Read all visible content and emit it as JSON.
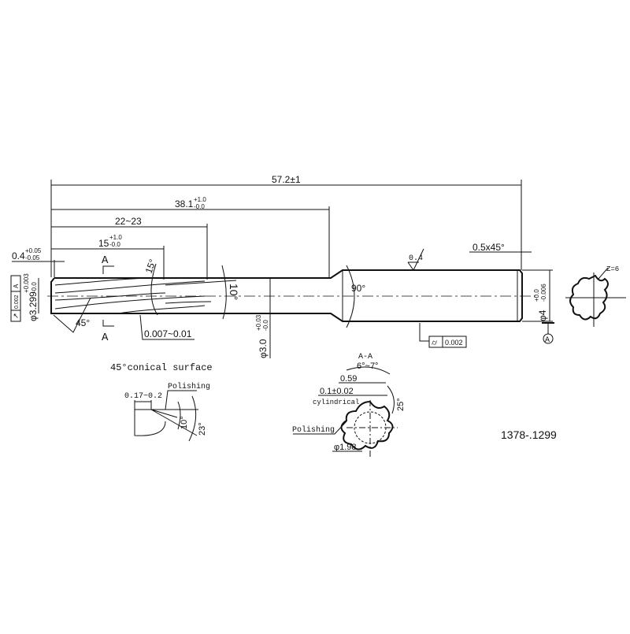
{
  "dimensions": {
    "overall_length": "57.2±1",
    "shank_start": "38.1",
    "shank_start_tol_upper": "+1.0",
    "shank_start_tol_lower": "-0.0",
    "flute_length": "22~23",
    "cutting_length": "15",
    "cutting_length_tol_upper": "+1.0",
    "cutting_length_tol_lower": "-0.0",
    "chamfer_width": "0.4",
    "chamfer_tol_upper": "+0.05",
    "chamfer_tol_lower": "-0.05",
    "cutting_diameter": "φ3.299",
    "cutting_diameter_tol_upper": "+0.003",
    "cutting_diameter_tol_lower": "-0.0",
    "neck_diameter": "φ3.0",
    "neck_diameter_tol_upper": "+0.03",
    "neck_diameter_tol_lower": "-0.0",
    "shank_diameter": "φ4",
    "shank_diameter_tol_upper": "+0.0",
    "shank_diameter_tol_lower": "-0.006",
    "shank_chamfer": "0.5x45°",
    "helix_angle": "15°",
    "taper_angle": "10°",
    "point_angle": "45°",
    "cone_angle": "90°",
    "back_taper": "0.007~0.01",
    "roughness": "0.4",
    "runout_tolerance": "0.002",
    "runout_datum": "A",
    "cylindricity_tolerance": "0.002",
    "datum_label": "A",
    "section_mark": "A",
    "teeth_count": "Z=6"
  },
  "detail_conical": {
    "title": "45°conical surface",
    "width": "0.17~0.2",
    "polishing": "Polishing",
    "angle1": "10°",
    "angle2": "23°"
  },
  "section_aa": {
    "title": "A-A",
    "angle_range": "6°~7°",
    "land": "0.59",
    "cyl_land": "0.1±0.02",
    "cyl_label": "cylindrical",
    "angle": "25°",
    "polishing": "Polishing",
    "core_diameter": "φ1.98"
  },
  "part_number": "1378-.1299"
}
